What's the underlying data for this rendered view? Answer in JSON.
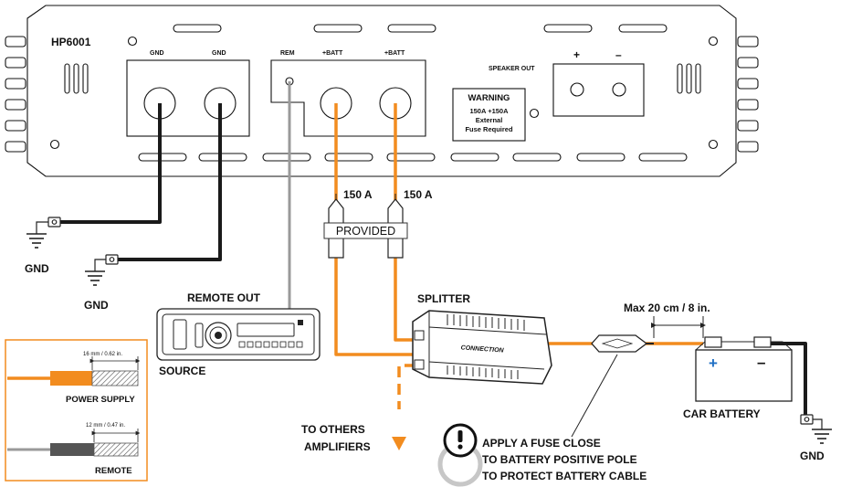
{
  "amplifier": {
    "model": "HP6001",
    "gnd_label_1": "GND",
    "gnd_label_2": "GND",
    "rem_label": "REM",
    "batt_label_1": "+BATT",
    "batt_label_2": "+BATT",
    "speaker_out_label": "SPEAKER OUT",
    "speaker_plus": "+",
    "speaker_minus": "–"
  },
  "warning": {
    "title": "WARNING",
    "line1": "150A +150A",
    "line2": "External",
    "line3": "Fuse Required"
  },
  "fuses": {
    "fuse_label_1": "150 A",
    "fuse_label_2": "150 A",
    "provided_label": "PROVIDED"
  },
  "ground_labels": {
    "left_top": "GND",
    "left_bottom": "GND",
    "right": "GND"
  },
  "source": {
    "remote_out_label": "REMOTE OUT",
    "source_label": "SOURCE"
  },
  "splitter": {
    "label": "SPLITTER",
    "brand": "CONNECTION"
  },
  "to_others": {
    "line1": "TO OTHERS",
    "line2": "AMPLIFIERS"
  },
  "battery": {
    "distance_label": "Max 20 cm / 8 in.",
    "label": "CAR BATTERY",
    "plus": "+",
    "minus": "–"
  },
  "fuse_note": {
    "line1": "APPLY A FUSE CLOSE",
    "line2": "TO BATTERY POSITIVE POLE",
    "line3": "TO PROTECT BATTERY CABLE"
  },
  "cable_legend": {
    "power_measure": "16 mm / 0.62 in.",
    "power_label": "POWER SUPPLY",
    "remote_measure": "12 mm / 0.47 in.",
    "remote_label": "REMOTE"
  },
  "colors": {
    "power_cable": "#f28c1f",
    "remote_cable": "#9a9a9a",
    "ground_cable": "#1a1a1a",
    "battery_plus": "#1f6fc4"
  }
}
